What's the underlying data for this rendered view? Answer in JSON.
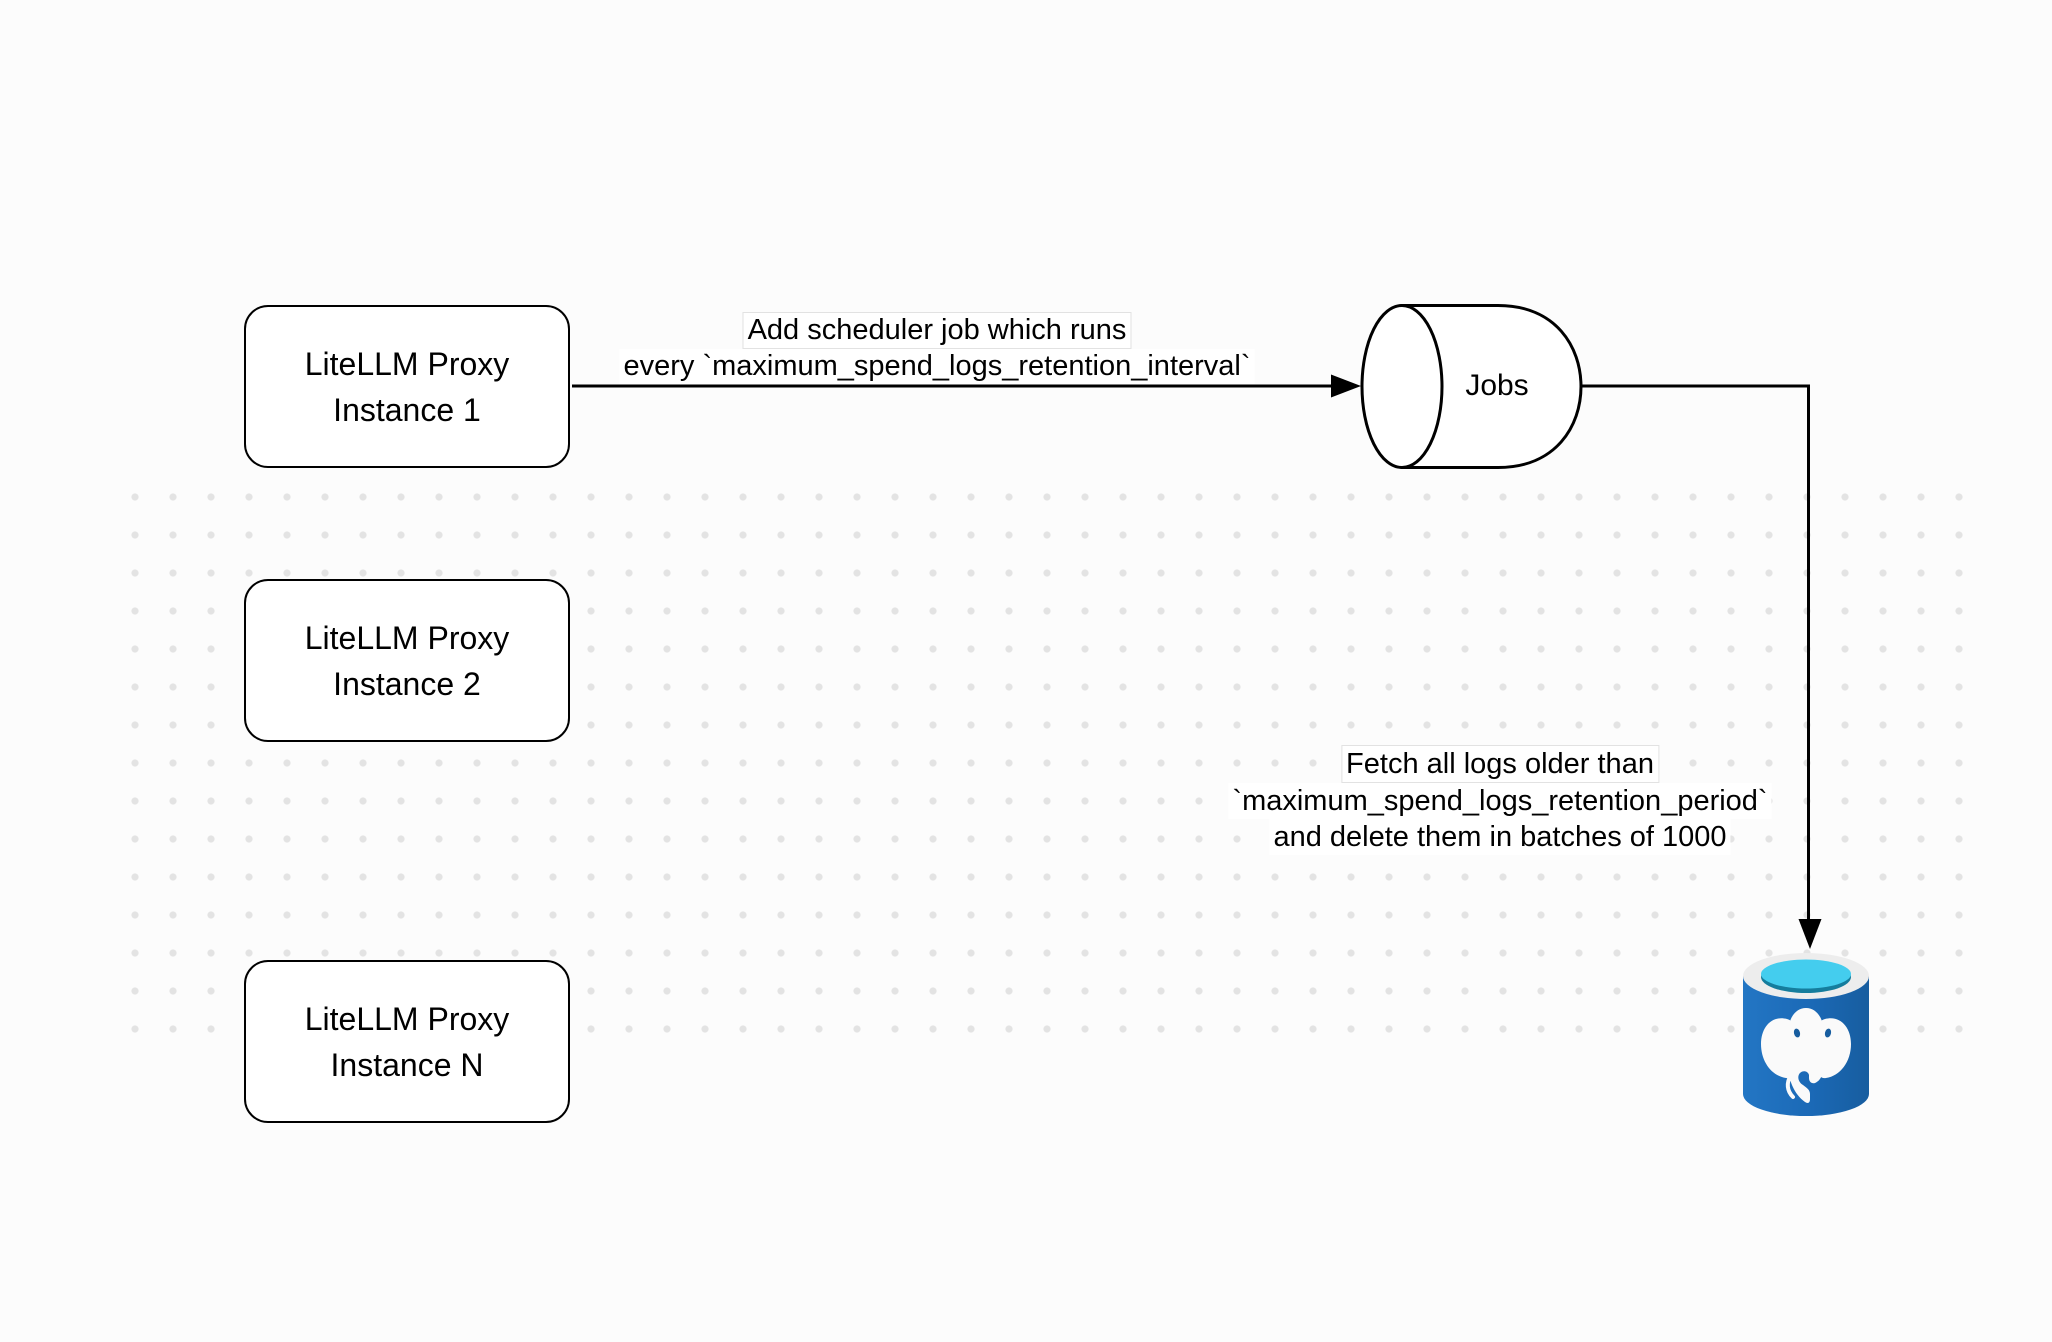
{
  "diagram": {
    "nodes": {
      "proxy1": {
        "line1": "LiteLLM Proxy",
        "line2": "Instance 1"
      },
      "proxy2": {
        "line1": "LiteLLM Proxy",
        "line2": "Instance 2"
      },
      "proxyN": {
        "line1": "LiteLLM Proxy",
        "line2": "Instance N"
      },
      "jobs": {
        "label": "Jobs"
      },
      "postgres": {
        "icon": "postgresql-database"
      }
    },
    "edges": {
      "scheduler_job": {
        "line1": "Add scheduler job which runs",
        "line2": "every `maximum_spend_logs_retention_interval`"
      },
      "fetch_delete": {
        "line1": "Fetch all logs older than",
        "line2": "`maximum_spend_logs_retention_period`",
        "line3": "and delete them in batches of 1000"
      }
    },
    "colors": {
      "background": "#fcfcfc",
      "grid_dot": "#e3e3e3",
      "stroke": "#000000",
      "node_fill": "#ffffff",
      "postgres_body_light": "#2376c4",
      "postgres_body_dark": "#175d9f",
      "postgres_rim": "#ededed",
      "postgres_top_cyan": "#44cdee",
      "postgres_top_teal": "#157d9d",
      "postgres_elephant": "#fafafa"
    }
  }
}
